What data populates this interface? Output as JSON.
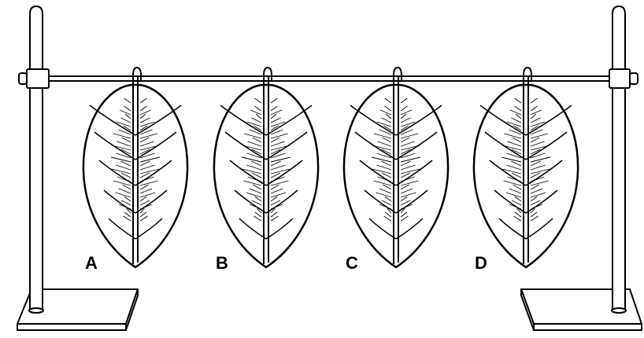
{
  "diagram": {
    "leaves": [
      {
        "label": "A"
      },
      {
        "label": "B"
      },
      {
        "label": "C"
      },
      {
        "label": "D"
      }
    ]
  }
}
